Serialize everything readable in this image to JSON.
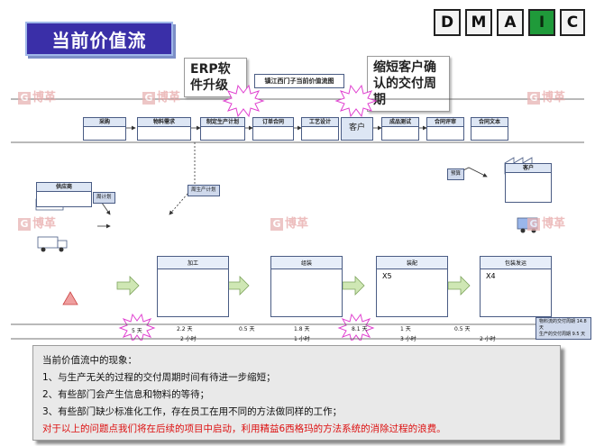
{
  "header": {
    "title": "当前价值流",
    "dmaic": [
      "D",
      "M",
      "A",
      "I",
      "C"
    ],
    "active_phase": "I"
  },
  "callouts": {
    "erp": "ERP软件升级",
    "confirm": "缩短客户确认的交付周期"
  },
  "map": {
    "title": "镇江西门子当前价值流图",
    "top_processes": [
      "采购",
      "物料需求",
      "制定生产计划",
      "订单合同",
      "工艺设计",
      "客户",
      "成品测试",
      "合同评审",
      "合同文本"
    ],
    "customer": "客户",
    "supplier": "供应商",
    "side_labels": [
      "周生产计划",
      "周计划",
      "预算"
    ],
    "bottom_processes": [
      "加工",
      "组装",
      "装配",
      "包装发运"
    ],
    "operators": [
      "X5",
      "X4"
    ],
    "timeline_days": [
      "5 天",
      "2.2 天",
      "0.5 天",
      "1.8 天",
      "8.1 天",
      "1 天",
      "0.5 天"
    ],
    "timeline_hours": [
      "2 小时",
      "1 小时",
      "3 小时",
      "2 小时"
    ],
    "lead_time_total": "物料流的交付周期 14.8 天",
    "processing_total": "生产的交付周期 9.5 天"
  },
  "watermark": "博革",
  "summary": {
    "heading": "当前价值流中的现象：",
    "items": [
      "1、与生产无关的过程的交付周期时间有待进一步缩短；",
      "2、有些部门会产生信息和物料的等待；",
      "3、有些部门缺少标准化工作，存在员工在用不同的方法做同样的工作；"
    ],
    "conclusion": "对于以上的问题点我们将在后续的项目中启动，利用精益6西格玛的方法系统的消除过程的浪费。"
  },
  "colors": {
    "title_bg": "#3a2fa8",
    "active_phase": "#1f9a3a",
    "conclusion": "#dd1111"
  }
}
